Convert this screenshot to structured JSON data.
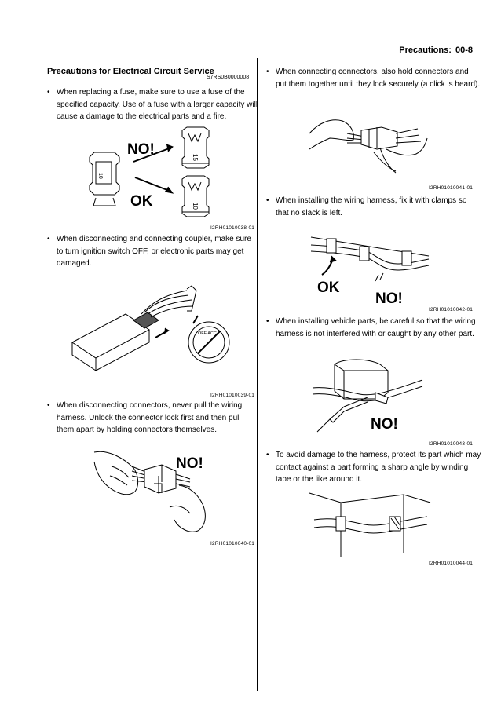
{
  "header": {
    "section": "Precautions:",
    "page": "00-8"
  },
  "left": {
    "title": "Precautions for Electrical Circuit Service",
    "code": "S7RS0B0000008",
    "items": [
      {
        "text": "When replacing a fuse, make sure to use a fuse of the specified capacity. Use of a fuse with a larger capacity will cause a damage to the electrical parts and a fire.",
        "caption": "I2RH01010038-01"
      },
      {
        "text": "When disconnecting and connecting coupler, make sure to turn ignition switch OFF, or electronic parts may get damaged.",
        "caption": "I2RH01010039-01"
      },
      {
        "text": "When disconnecting connectors, never pull the wiring harness. Unlock the connector lock first and then pull them apart by holding connectors themselves.",
        "caption": "I2RH01010040-01"
      }
    ]
  },
  "right": {
    "items": [
      {
        "text": "When connecting connectors, also hold connectors and put them together until they lock securely (a click is heard).",
        "caption": "I2RH01010041-01"
      },
      {
        "text": "When installing the wiring harness, fix it with clamps so that no slack is left.",
        "caption": "I2RH01010042-01"
      },
      {
        "text": "When installing vehicle parts, be careful so that the wiring harness is not interfered with or caught by any other part.",
        "caption": "I2RH01010043-01"
      },
      {
        "text": "To avoid damage to the harness, protect its part which may contact against a part forming a sharp angle by winding tape or the like around it.",
        "caption": "I2RH01010044-01"
      }
    ]
  },
  "figures": {
    "fuse": {
      "no": "NO!",
      "ok": "OK",
      "fuse_no_rating": "15",
      "fuse_ok_rating": "10",
      "fuse_small_rating": "10"
    },
    "coupler": {
      "switch_text": "OFF ACC"
    },
    "pull": {
      "no": "NO!"
    },
    "clamps": {
      "ok": "OK",
      "no": "NO!"
    },
    "interfere": {
      "no": "NO!"
    }
  }
}
